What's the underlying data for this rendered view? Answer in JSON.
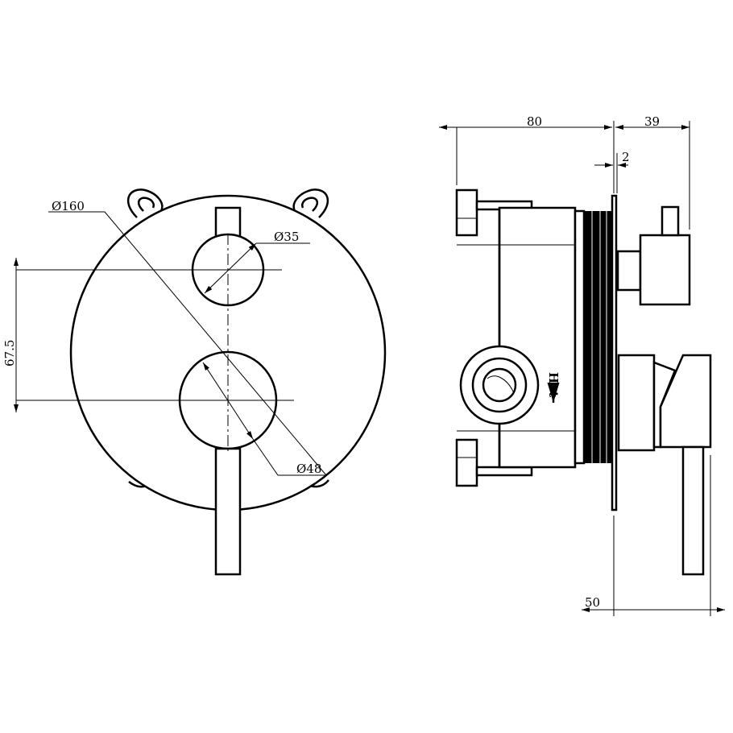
{
  "front_view": {
    "dim_plate_diameter": "Ø160",
    "dim_top_handle_diameter": "Ø35",
    "dim_center_distance": "67.5",
    "dim_bottom_handle_diameter": "Ø48"
  },
  "side_view": {
    "dim_body_depth": "80",
    "dim_handle_projection": "39",
    "dim_plate_thickness": "2",
    "dim_lever_projection": "50",
    "inlet_label": "Hot"
  }
}
